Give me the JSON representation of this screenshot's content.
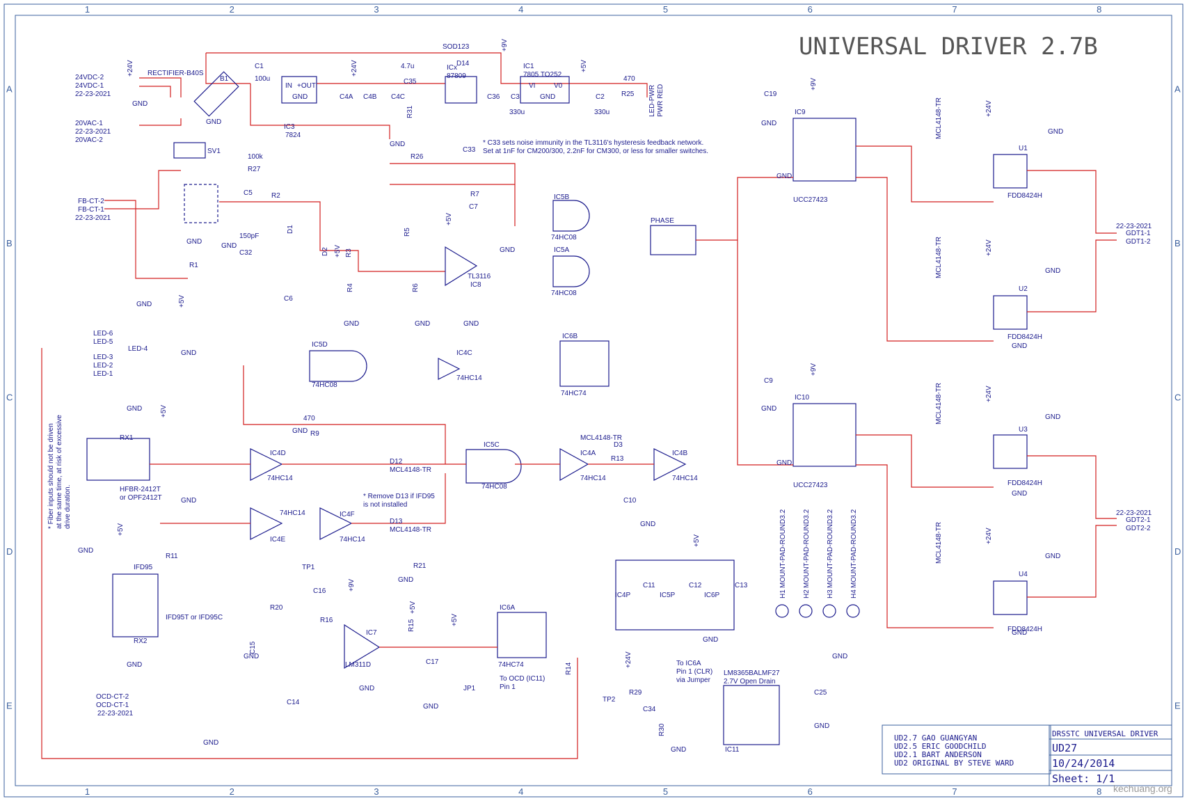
{
  "title": "UNIVERSAL DRIVER 2.7B",
  "zones": {
    "columns": [
      "1",
      "2",
      "3",
      "4",
      "5",
      "6",
      "7",
      "8"
    ],
    "rows": [
      "A",
      "B",
      "C",
      "D",
      "E"
    ]
  },
  "notes": {
    "c33": "* C33 sets noise immunity in the TL3116's hysteresis feedback network.",
    "c33b": "Set at 1nF for CM200/300, 2.2nF for CM300, or less for smaller switches.",
    "d13": "* Remove D13 if IFD95",
    "d13b": "is not installed",
    "fiber1": "* Fiber inputs should not be driven",
    "fiber2": "at the same time, at risk of excessive",
    "fiber3": "drive duration.",
    "ic6a1": "To IC6A",
    "ic6a2": "Pin 1 (CLR)",
    "ic6a3": "via Jumper",
    "ocd1": "To OCD (IC11)",
    "ocd2": "Pin 1"
  },
  "components": [
    {
      "id": "rect",
      "text": "RECTIFIER-B40S"
    },
    {
      "id": "b1",
      "text": "B1"
    },
    {
      "id": "c1",
      "text": "C1"
    },
    {
      "id": "c1v",
      "text": "100u"
    },
    {
      "id": "ic3",
      "text": "IC3"
    },
    {
      "id": "ic3p",
      "text": "7824"
    },
    {
      "id": "ic3in",
      "text": "IN"
    },
    {
      "id": "ic3out",
      "text": "+OUT"
    },
    {
      "id": "ic3g",
      "text": "GND"
    },
    {
      "id": "c4a",
      "text": "C4A"
    },
    {
      "id": "c4b",
      "text": "C4B"
    },
    {
      "id": "c4c",
      "text": "C4C"
    },
    {
      "id": "c35",
      "text": "C35"
    },
    {
      "id": "c35v",
      "text": "4.7u"
    },
    {
      "id": "icx",
      "text": "ICx"
    },
    {
      "id": "icxp",
      "text": "87809"
    },
    {
      "id": "sod",
      "text": "SOD123"
    },
    {
      "id": "d14",
      "text": "D14"
    },
    {
      "id": "r31",
      "text": "R31"
    },
    {
      "id": "c36",
      "text": "C36"
    },
    {
      "id": "c3",
      "text": "C3"
    },
    {
      "id": "c3v",
      "text": "330u"
    },
    {
      "id": "ic1",
      "text": "IC1"
    },
    {
      "id": "ic1p",
      "text": "7805 TO252"
    },
    {
      "id": "ic1vi",
      "text": "VI"
    },
    {
      "id": "ic1vo",
      "text": "V0"
    },
    {
      "id": "ic1g",
      "text": "GND"
    },
    {
      "id": "c2",
      "text": "C2"
    },
    {
      "id": "c2v",
      "text": "330u"
    },
    {
      "id": "r25",
      "text": "R25"
    },
    {
      "id": "r25v",
      "text": "470"
    },
    {
      "id": "led",
      "text": "LED-PWR"
    },
    {
      "id": "ledp",
      "text": "PWR RED"
    },
    {
      "id": "sv1",
      "text": "SV1"
    },
    {
      "id": "r27",
      "text": "R27"
    },
    {
      "id": "r27v",
      "text": "100k"
    },
    {
      "id": "c5",
      "text": "C5"
    },
    {
      "id": "r2",
      "text": "R2"
    },
    {
      "id": "d1",
      "text": "D1"
    },
    {
      "id": "d2",
      "text": "D2"
    },
    {
      "id": "r3",
      "text": "R3"
    },
    {
      "id": "r4",
      "text": "R4"
    },
    {
      "id": "c6",
      "text": "C6"
    },
    {
      "id": "c32",
      "text": "C32"
    },
    {
      "id": "c32v",
      "text": "150pF"
    },
    {
      "id": "r1",
      "text": "R1"
    },
    {
      "id": "r26",
      "text": "R26"
    },
    {
      "id": "c33",
      "text": "C33"
    },
    {
      "id": "r7",
      "text": "R7"
    },
    {
      "id": "r5",
      "text": "R5"
    },
    {
      "id": "r6",
      "text": "R6"
    },
    {
      "id": "c7",
      "text": "C7"
    },
    {
      "id": "ic8",
      "text": "IC8"
    },
    {
      "id": "tl",
      "text": "TL3116"
    },
    {
      "id": "ic5b",
      "text": "IC5B"
    },
    {
      "id": "ic5a",
      "text": "IC5A"
    },
    {
      "id": "hc08",
      "text": "74HC08"
    },
    {
      "id": "phase",
      "text": "PHASE"
    },
    {
      "id": "ic9",
      "text": "IC9"
    },
    {
      "id": "ic10",
      "text": "IC10"
    },
    {
      "id": "ucc",
      "text": "UCC27423"
    },
    {
      "id": "c19",
      "text": "C19"
    },
    {
      "id": "c9",
      "text": "C9"
    },
    {
      "id": "u1",
      "text": "U1"
    },
    {
      "id": "u2",
      "text": "U2"
    },
    {
      "id": "u3",
      "text": "U3"
    },
    {
      "id": "u4",
      "text": "U4"
    },
    {
      "id": "fdd",
      "text": "FDD8424H"
    },
    {
      "id": "ic6b",
      "text": "IC6B"
    },
    {
      "id": "hc74",
      "text": "74HC74"
    },
    {
      "id": "ic5d",
      "text": "IC5D"
    },
    {
      "id": "ic4c",
      "text": "IC4C"
    },
    {
      "id": "hc14",
      "text": "74HC14"
    },
    {
      "id": "rx1",
      "text": "RX1"
    },
    {
      "id": "hfbr",
      "text": "HFBR-2412T"
    },
    {
      "id": "opf",
      "text": "or OPF2412T"
    },
    {
      "id": "ic4d",
      "text": "IC4D"
    },
    {
      "id": "d12",
      "text": "D12"
    },
    {
      "id": "mcl",
      "text": "MCL4148-TR"
    },
    {
      "id": "ic5c",
      "text": "IC5C"
    },
    {
      "id": "ic4a",
      "text": "IC4A"
    },
    {
      "id": "ic4b",
      "text": "IC4B"
    },
    {
      "id": "r13",
      "text": "R13"
    },
    {
      "id": "c10",
      "text": "C10"
    },
    {
      "id": "d3",
      "text": "D3"
    },
    {
      "id": "r9",
      "text": "R9"
    },
    {
      "id": "r9v",
      "text": "470"
    },
    {
      "id": "ic4e",
      "text": "IC4E"
    },
    {
      "id": "ic4f",
      "text": "IC4F"
    },
    {
      "id": "d13",
      "text": "D13"
    },
    {
      "id": "ifd95",
      "text": "IFD95"
    },
    {
      "id": "ifdalt",
      "text": "IFD95T or IFD95C"
    },
    {
      "id": "rx2",
      "text": "RX2"
    },
    {
      "id": "r11",
      "text": "R11"
    },
    {
      "id": "r21",
      "text": "R21"
    },
    {
      "id": "tp1",
      "text": "TP1"
    },
    {
      "id": "ic7",
      "text": "IC7"
    },
    {
      "id": "lm311",
      "text": "LM311D"
    },
    {
      "id": "r20",
      "text": "R20"
    },
    {
      "id": "r16",
      "text": "R16"
    },
    {
      "id": "c16",
      "text": "C16"
    },
    {
      "id": "c15",
      "text": "C15"
    },
    {
      "id": "c14",
      "text": "C14"
    },
    {
      "id": "r15",
      "text": "R15"
    },
    {
      "id": "c17",
      "text": "C17"
    },
    {
      "id": "jp1",
      "text": "JP1"
    },
    {
      "id": "ic6a",
      "text": "IC6A"
    },
    {
      "id": "r14",
      "text": "R14"
    },
    {
      "id": "tp2",
      "text": "TP2"
    },
    {
      "id": "r29",
      "text": "R29"
    },
    {
      "id": "c34",
      "text": "C34"
    },
    {
      "id": "r30",
      "text": "R30"
    },
    {
      "id": "lm8365",
      "text": "LM8365BALMF27"
    },
    {
      "id": "lm8365b",
      "text": "2.7V Open Drain"
    },
    {
      "id": "ic11",
      "text": "IC11"
    },
    {
      "id": "c25",
      "text": "C25"
    },
    {
      "id": "c11",
      "text": "C11"
    },
    {
      "id": "c12",
      "text": "C12"
    },
    {
      "id": "c13",
      "text": "C13"
    },
    {
      "id": "ic4p",
      "text": "IC4P"
    },
    {
      "id": "ic5p",
      "text": "IC5P"
    },
    {
      "id": "ic6p",
      "text": "IC6P"
    }
  ],
  "nets": {
    "v24dc2": "24VDC-2",
    "v24dc1": "24VDC-1",
    "v20vac1": "20VAC-1",
    "v20vac2": "20VAC-2",
    "fbct2": "FB-CT-2",
    "fbct1": "FB-CT-1",
    "ocdct2": "OCD-CT-2",
    "ocdct1": "OCD-CT-1",
    "led6": "LED-6",
    "led5": "LED-5",
    "led4": "LED-4",
    "led3": "LED-3",
    "led2": "LED-2",
    "led1": "LED-1",
    "gdt11": "GDT1-1",
    "gdt12": "GDT1-2",
    "gdt21": "GDT2-1",
    "gdt22": "GDT2-2",
    "conn": "22-23-2021",
    "gnd": "GND",
    "p24": "+24V",
    "p9": "+9V",
    "p5": "+5V"
  },
  "mounts": [
    "MOUNT-PAD-ROUND3.2",
    "MOUNT-PAD-ROUND3.2",
    "MOUNT-PAD-ROUND3.2",
    "MOUNT-PAD-ROUND3.2"
  ],
  "mount_ids": [
    "H1",
    "H2",
    "H3",
    "H4"
  ],
  "credits": [
    "UD2.7 GAO GUANGYAN",
    "UD2.5 ERIC GOODCHILD",
    "UD2.1 BART ANDERSON",
    "UD2 ORIGINAL BY STEVE WARD"
  ],
  "titleblock": {
    "name": "DRSSTC UNIVERSAL DRIVER",
    "code": "UD27",
    "date": "10/24/2014",
    "sheet": "Sheet: 1/1"
  },
  "watermark": "kechuang.org",
  "colors": {
    "wire": "#d21f1f",
    "part": "#1a1a8c",
    "frame": "#3a5f9e"
  }
}
